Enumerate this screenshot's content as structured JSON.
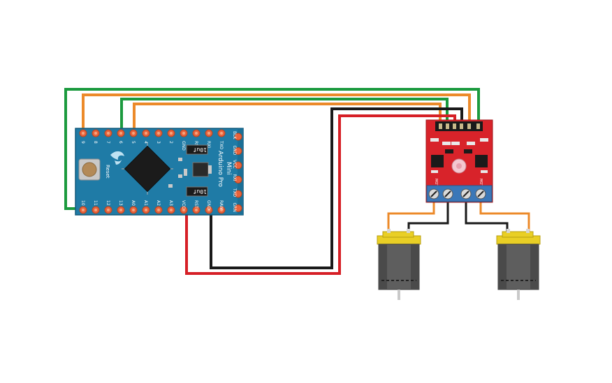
{
  "board": {
    "name_line1": "Arduino Pro",
    "name_line2": "Mini",
    "reset_label": "Reset",
    "top_pins": [
      "9",
      "8",
      "7",
      "6",
      "5",
      "4",
      "3",
      "2",
      "GND",
      "RST",
      "RXI",
      "TXO"
    ],
    "bottom_pins": [
      "10",
      "11",
      "12",
      "13",
      "A0",
      "A1",
      "A2",
      "A3",
      "VCC",
      "RST",
      "GND",
      "RAW"
    ],
    "right_pins": [
      "BLK",
      "GND",
      "VCC",
      "RXI",
      "TXO",
      "GRN"
    ],
    "cap_label_1": "10uf",
    "cap_label_2": "10uf"
  },
  "driver": {
    "motor_label_a": "MOTOR-A",
    "motor_label_b": "MOTOR-B"
  },
  "colors": {
    "board": "#1f7ba6",
    "board_edge": "#145a7c",
    "pad": "#e8633c",
    "driver_red": "#d8232a",
    "terminal_blue": "#3a77b8",
    "wire_green": "#1b9a3e",
    "wire_orange": "#ec8a2a",
    "wire_black": "#1a1a1a",
    "wire_red": "#d61f26",
    "motor_yellow": "#e9cf25",
    "motor_grey": "#5e5e5e"
  },
  "icons": [
    "flame-logo-icon",
    "reset-button-icon",
    "potentiometer-icon"
  ]
}
